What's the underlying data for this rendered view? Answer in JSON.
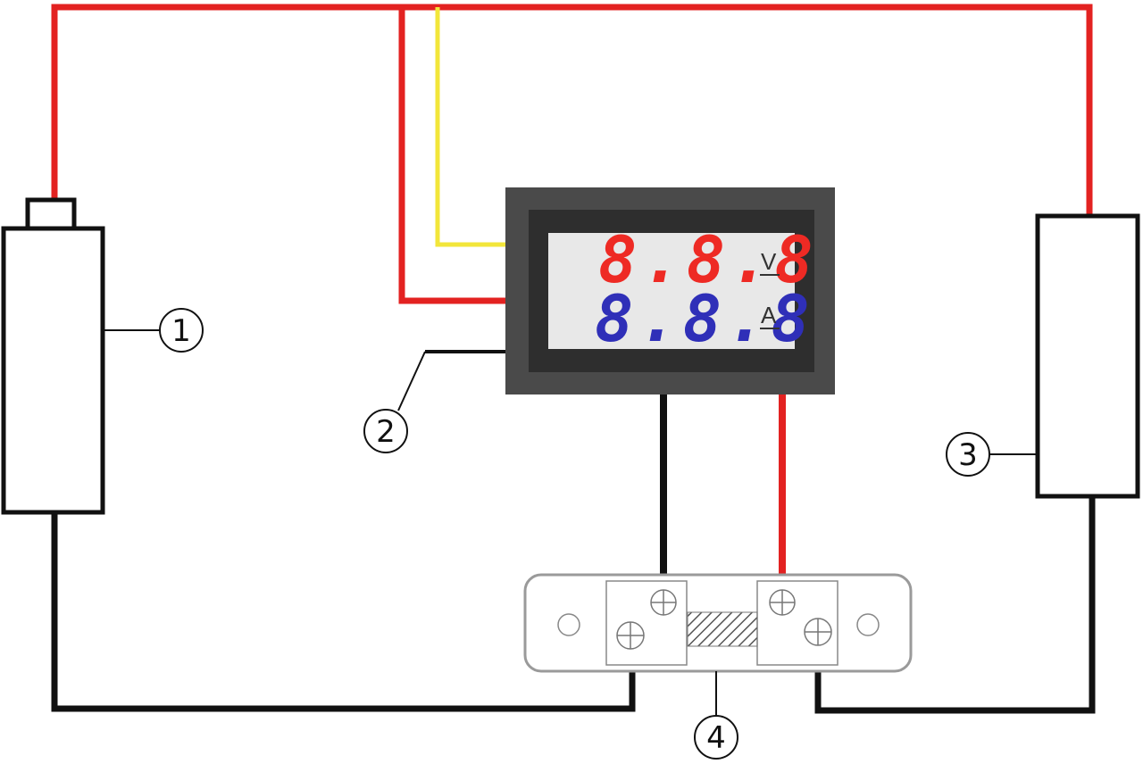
{
  "callouts": {
    "label_1": "1",
    "label_2": "2",
    "label_3": "3",
    "label_4": "4"
  },
  "meter": {
    "voltage_digits": "8.8.8",
    "current_digits": "8.8.8",
    "voltage_unit": "V",
    "current_unit": "A"
  },
  "colors": {
    "positive_wire": "#e32221",
    "negative_wire": "#111111",
    "sense_wire": "#f2e63a",
    "meter_bezel": "#4a4a4a",
    "meter_inner": "#2e2e2e",
    "lcd_background": "#e8e8e8",
    "voltage_digit_color": "#ee2a24",
    "current_digit_color": "#2f2fb8",
    "shunt_outline": "#9a9a9a"
  }
}
